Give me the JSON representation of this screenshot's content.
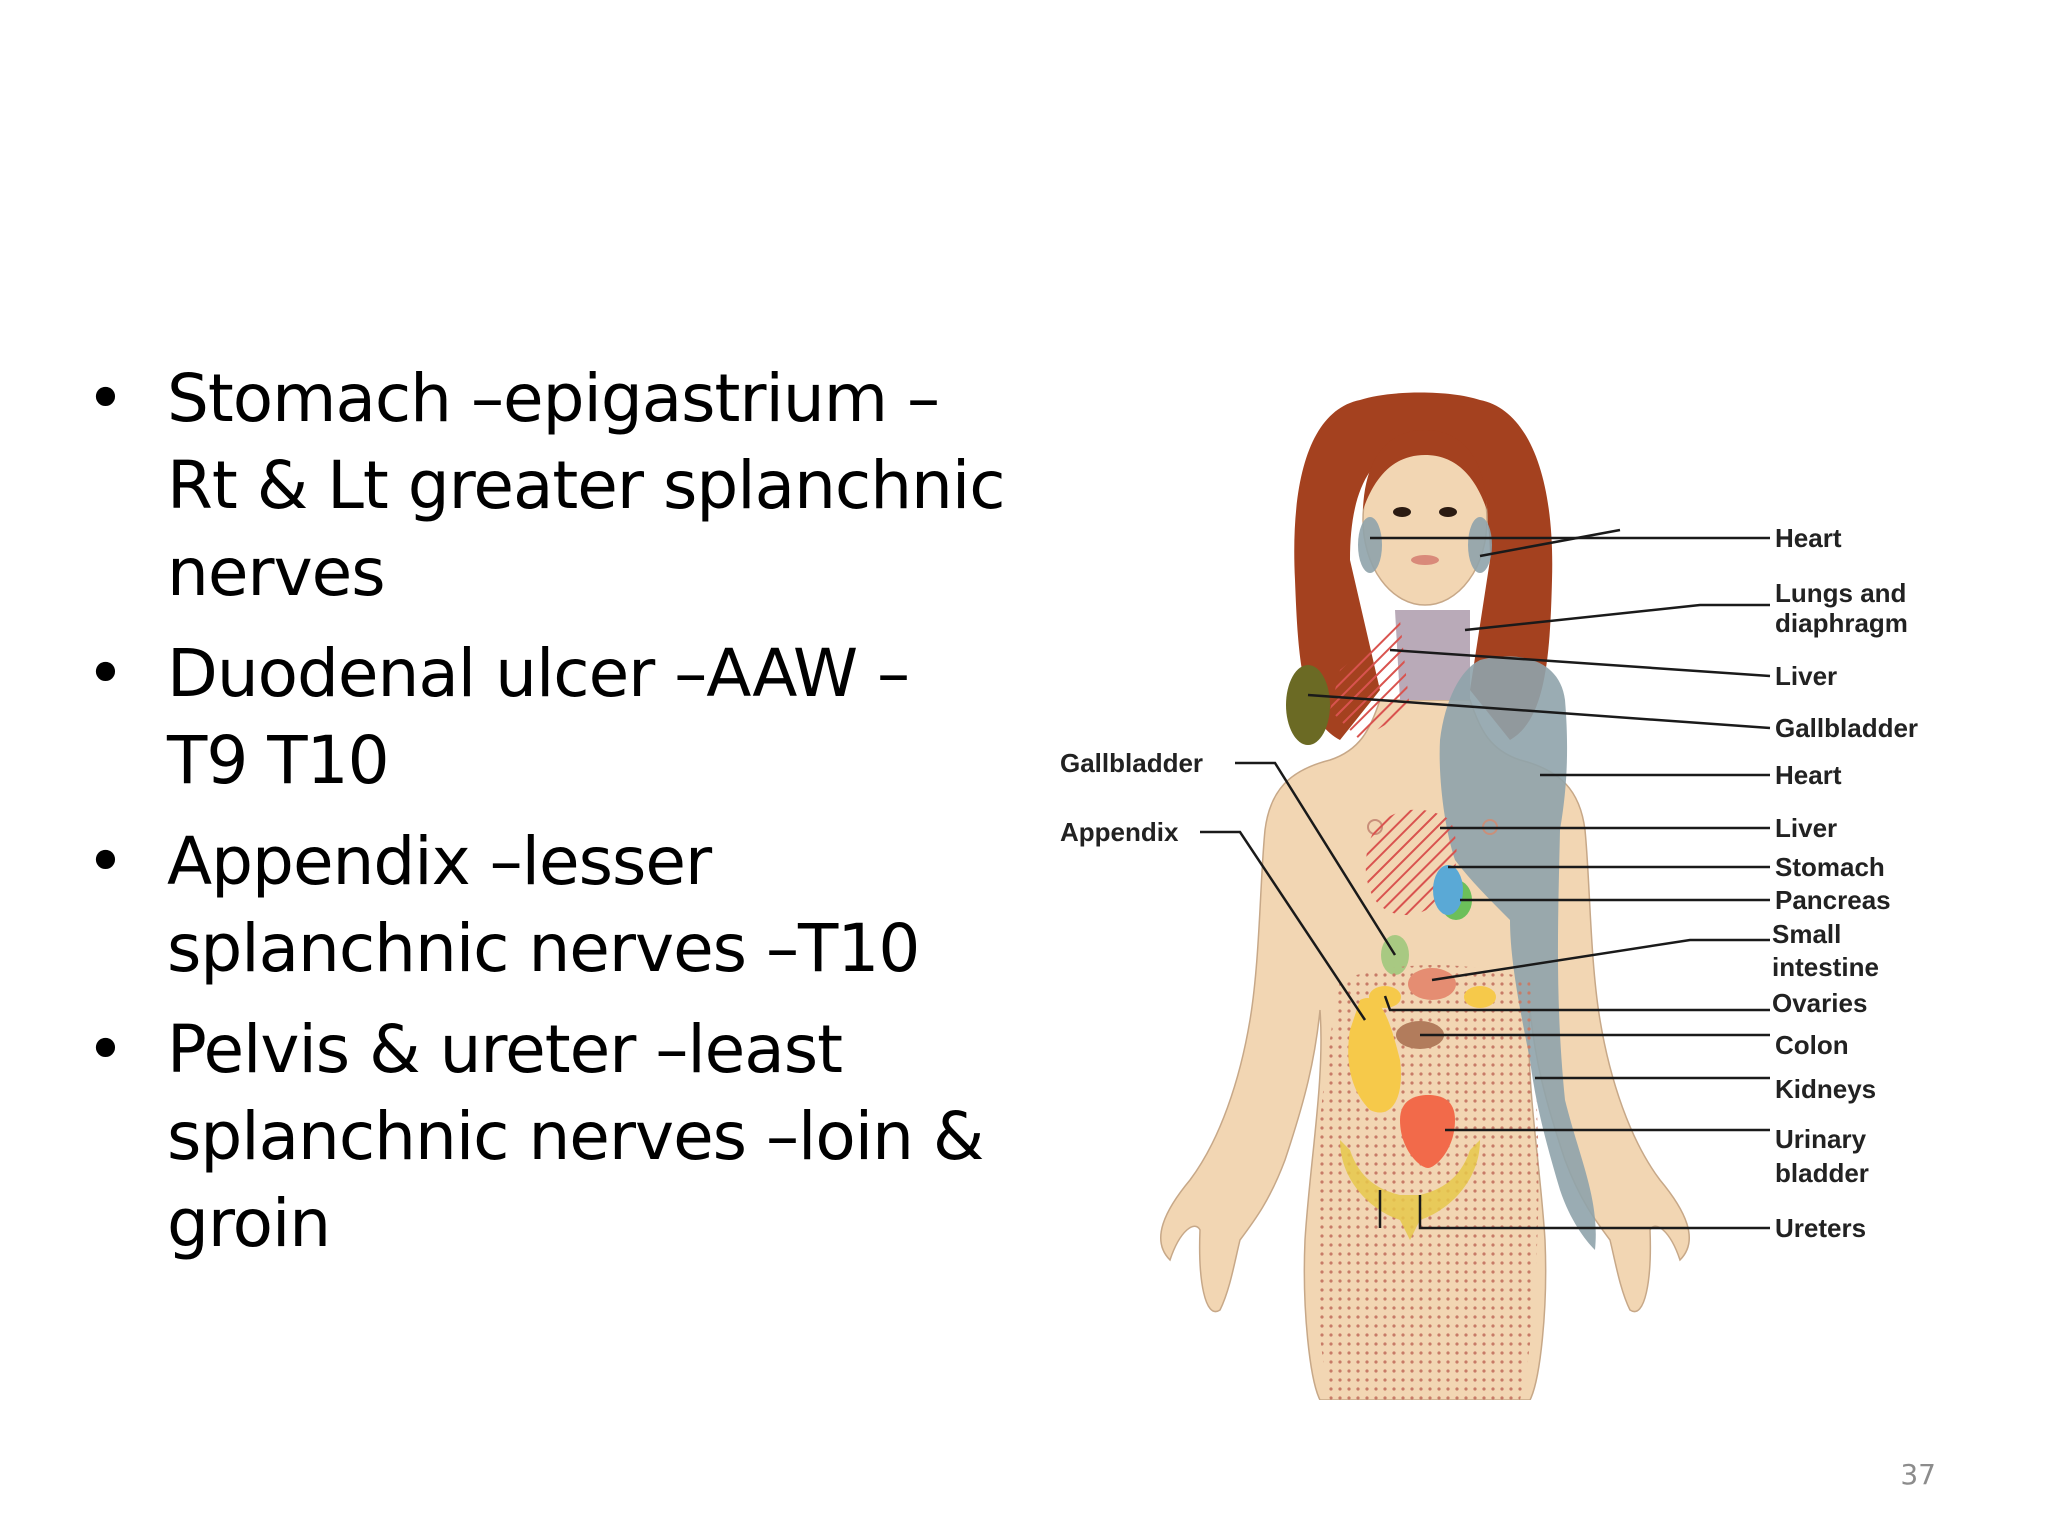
{
  "slide": {
    "bullets": [
      [
        "Stomach –epigastrium –",
        "Rt & Lt greater splanchnic",
        "nerves"
      ],
      [
        "Duodenal ulcer –AAW –",
        "T9 T10"
      ],
      [
        "Appendix –lesser",
        "splanchnic nerves –T10"
      ],
      [
        "Pelvis & ureter –least",
        "splanchnic nerves –loin &",
        "groin"
      ]
    ],
    "bullet_glyph": "•",
    "slide_number": "37"
  },
  "diagram": {
    "left_labels": [
      "Gallbladder",
      "Appendix"
    ],
    "right_labels": [
      [
        "Heart"
      ],
      [
        "Lungs and",
        "diaphragm"
      ],
      [
        "Liver"
      ],
      [
        "Gallbladder"
      ],
      [
        "Heart"
      ],
      [
        "Liver"
      ],
      [
        "Stomach"
      ],
      [
        "Pancreas"
      ],
      [
        "Small",
        "intestine"
      ],
      [
        "Ovaries"
      ],
      [
        "Colon"
      ],
      [
        "Kidneys"
      ],
      [
        "Urinary",
        "bladder"
      ],
      [
        "Ureters"
      ]
    ],
    "colors": {
      "skin": "#f2d6b3",
      "hair": "#a4411f",
      "heart_zone": "#8fa3ab",
      "lung_zone": "#b9aab8",
      "liver_hatch": "#d9534f",
      "gallbladder_shoulder": "#6b6a24",
      "stomach": "#5aa9d6",
      "pancreas": "#6cbf5a",
      "small_intestine": "#e58d72",
      "ovaries": "#f6c94a",
      "colon": "#b27c5c",
      "kidneys_dots": "#c77b67",
      "bladder": "#f26a4a",
      "ureters": "#e6c84a"
    }
  }
}
